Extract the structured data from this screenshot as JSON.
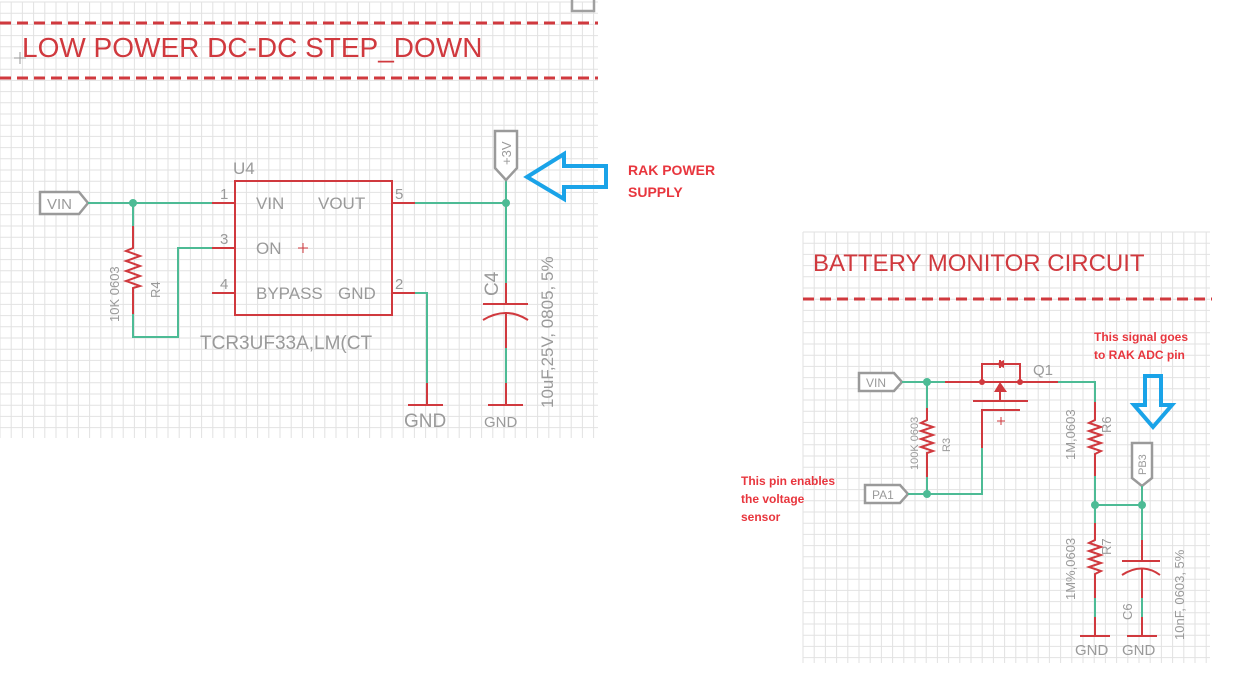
{
  "sections": {
    "dcdc": {
      "title": "LOW POWER DC-DC STEP_DOWN",
      "ic": {
        "ref": "U4",
        "part": "TCR3UF33A,LM(CT",
        "pins": [
          {
            "num": "1",
            "name": "VIN"
          },
          {
            "num": "3",
            "name": "ON"
          },
          {
            "num": "4",
            "name": "BYPASS"
          },
          {
            "num": "5",
            "name": "VOUT"
          },
          {
            "num": "2",
            "name": "GND"
          }
        ]
      },
      "ports": {
        "vin": "VIN",
        "vout": "+3V"
      },
      "r4": {
        "ref": "R4",
        "value": "10K 0603"
      },
      "c4": {
        "ref": "C4",
        "value": "10uF,25V, 0805, 5%"
      },
      "gnd_labels": [
        "GND",
        "GND"
      ],
      "annotation": {
        "line1": "RAK POWER",
        "line2": "SUPPLY",
        "color": "#e8363e",
        "arrow_color": "#1aa3e8"
      }
    },
    "battery": {
      "title": "BATTERY MONITOR CIRCUIT",
      "ports": {
        "vin": "VIN",
        "enable": "PA1",
        "adc": "PB3"
      },
      "q1": {
        "ref": "Q1"
      },
      "r3": {
        "ref": "R3",
        "value": "100K 0603"
      },
      "r6": {
        "ref": "R6",
        "value": "1M,0603"
      },
      "r7": {
        "ref": "R7",
        "value": "1M%,0603"
      },
      "c6": {
        "ref": "C6",
        "value": "10nF, 0603, 5%"
      },
      "gnd_labels": [
        "GND",
        "GND"
      ],
      "annotation_adc": {
        "line1": "This signal goes",
        "line2": "to RAK ADC pin"
      },
      "annotation_enable": {
        "line1": "This pin enables",
        "line2": "the voltage",
        "line3": "sensor"
      }
    }
  },
  "colors": {
    "wire": "#4dbb95",
    "part": "#d0393e",
    "label": "#9a9a9a",
    "grid": "#e2e2e2"
  }
}
